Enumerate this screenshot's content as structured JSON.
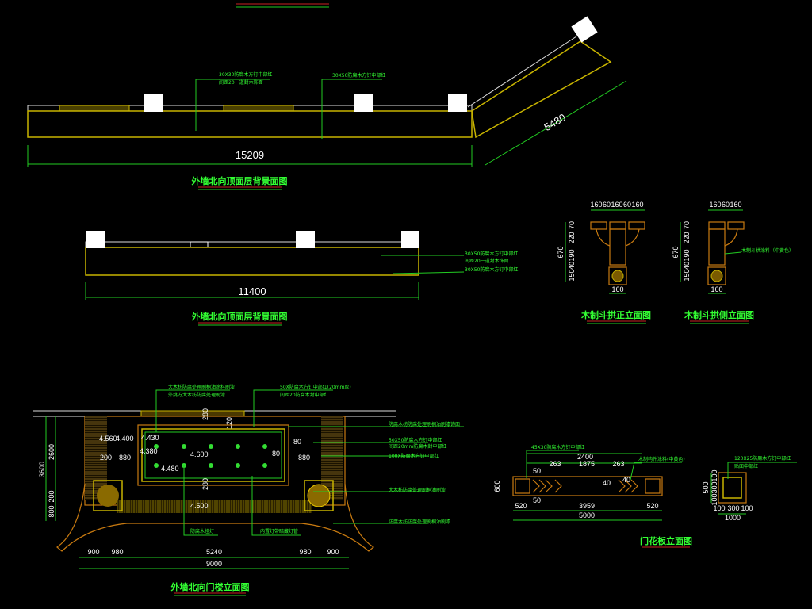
{
  "drawing1": {
    "title": "外墙北向顶面层背景面图",
    "dim_length": "15209",
    "dim_angled": "5480",
    "note1_line1": "30X30防腐木方钉中部红",
    "note1_line2": "间距20一道封木饰面",
    "note2": "30X50防腐木方钉中部红"
  },
  "drawing2": {
    "title": "外墙北向顶面层背景面图",
    "dim_length": "11400",
    "note1": "30X50防腐木方钉中部红",
    "note2": "间距20一道封木饰面",
    "note3": "30X50防腐木方钉中部红"
  },
  "bracket_front": {
    "title": "木制斗拱正立面图",
    "top_dims": [
      "160",
      "60",
      "160",
      "60",
      "160"
    ],
    "side_dims": [
      "70",
      "220",
      "190",
      "40",
      "150"
    ],
    "total": "670",
    "bottom": "160"
  },
  "bracket_side": {
    "title": "木制斗拱侧立面图",
    "top_dims": [
      "160",
      "60",
      "160"
    ],
    "side_dims": [
      "70",
      "220",
      "190",
      "40",
      "150"
    ],
    "total": "670",
    "bottom": "160",
    "note": "木制斗拱涂料（中黄色）"
  },
  "gate_elevation": {
    "title": "外墙北向门楼立面图",
    "notes_top": [
      "大木枋防腐处理刷桐油涂料刷漆",
      "外挑方大木枋防腐处理刷漆",
      "50X防腐木方钉中部红(20mm厚)",
      "间距20防腐木封中部红"
    ],
    "notes_right": [
      "防腐木枋防腐处理刷桐油刷漆饰面",
      "50X50防腐木方钉中部红",
      "间距20mm防腐木封中部红",
      "100X防腐木方钉中部红",
      "大木枋防腐处理刷桐油刷漆",
      "防腐木枋防腐处理刷桐油刷漆"
    ],
    "notes_bottom": [
      "防腐木挂灯",
      "内置灯带暗藏灯管"
    ],
    "levels": [
      "4.560",
      "4.400",
      "4.430",
      "4.380",
      "4.600",
      "4.480",
      "4.500"
    ],
    "inner_dims": [
      "280",
      "120",
      "80",
      "80",
      "200",
      "880",
      "880",
      "280"
    ],
    "left_dims": [
      "3600",
      "2600",
      "200",
      "800"
    ],
    "bottom_dims": [
      "900",
      "980",
      "5240",
      "980",
      "900"
    ],
    "total": "9000"
  },
  "door_panel": {
    "title": "门花板立面图",
    "note1": "45X30防腐木方钉中部红",
    "note2": "木制构件涂料(中黄色)",
    "top_total": "2400",
    "top_dims": [
      "263",
      "1875",
      "263"
    ],
    "height": "600",
    "bottom_dims": [
      "520",
      "3959",
      "520"
    ],
    "total": "5000",
    "small_marks": [
      "50",
      "50",
      "40",
      "40"
    ]
  },
  "square_detail": {
    "note1": "120X25防腐木方钉中部红",
    "note2": "贴面中部红",
    "side_dims": [
      "100",
      "300",
      "100"
    ],
    "total": "500",
    "bottom_dims": [
      "100",
      "300",
      "100"
    ],
    "width": "1000"
  }
}
